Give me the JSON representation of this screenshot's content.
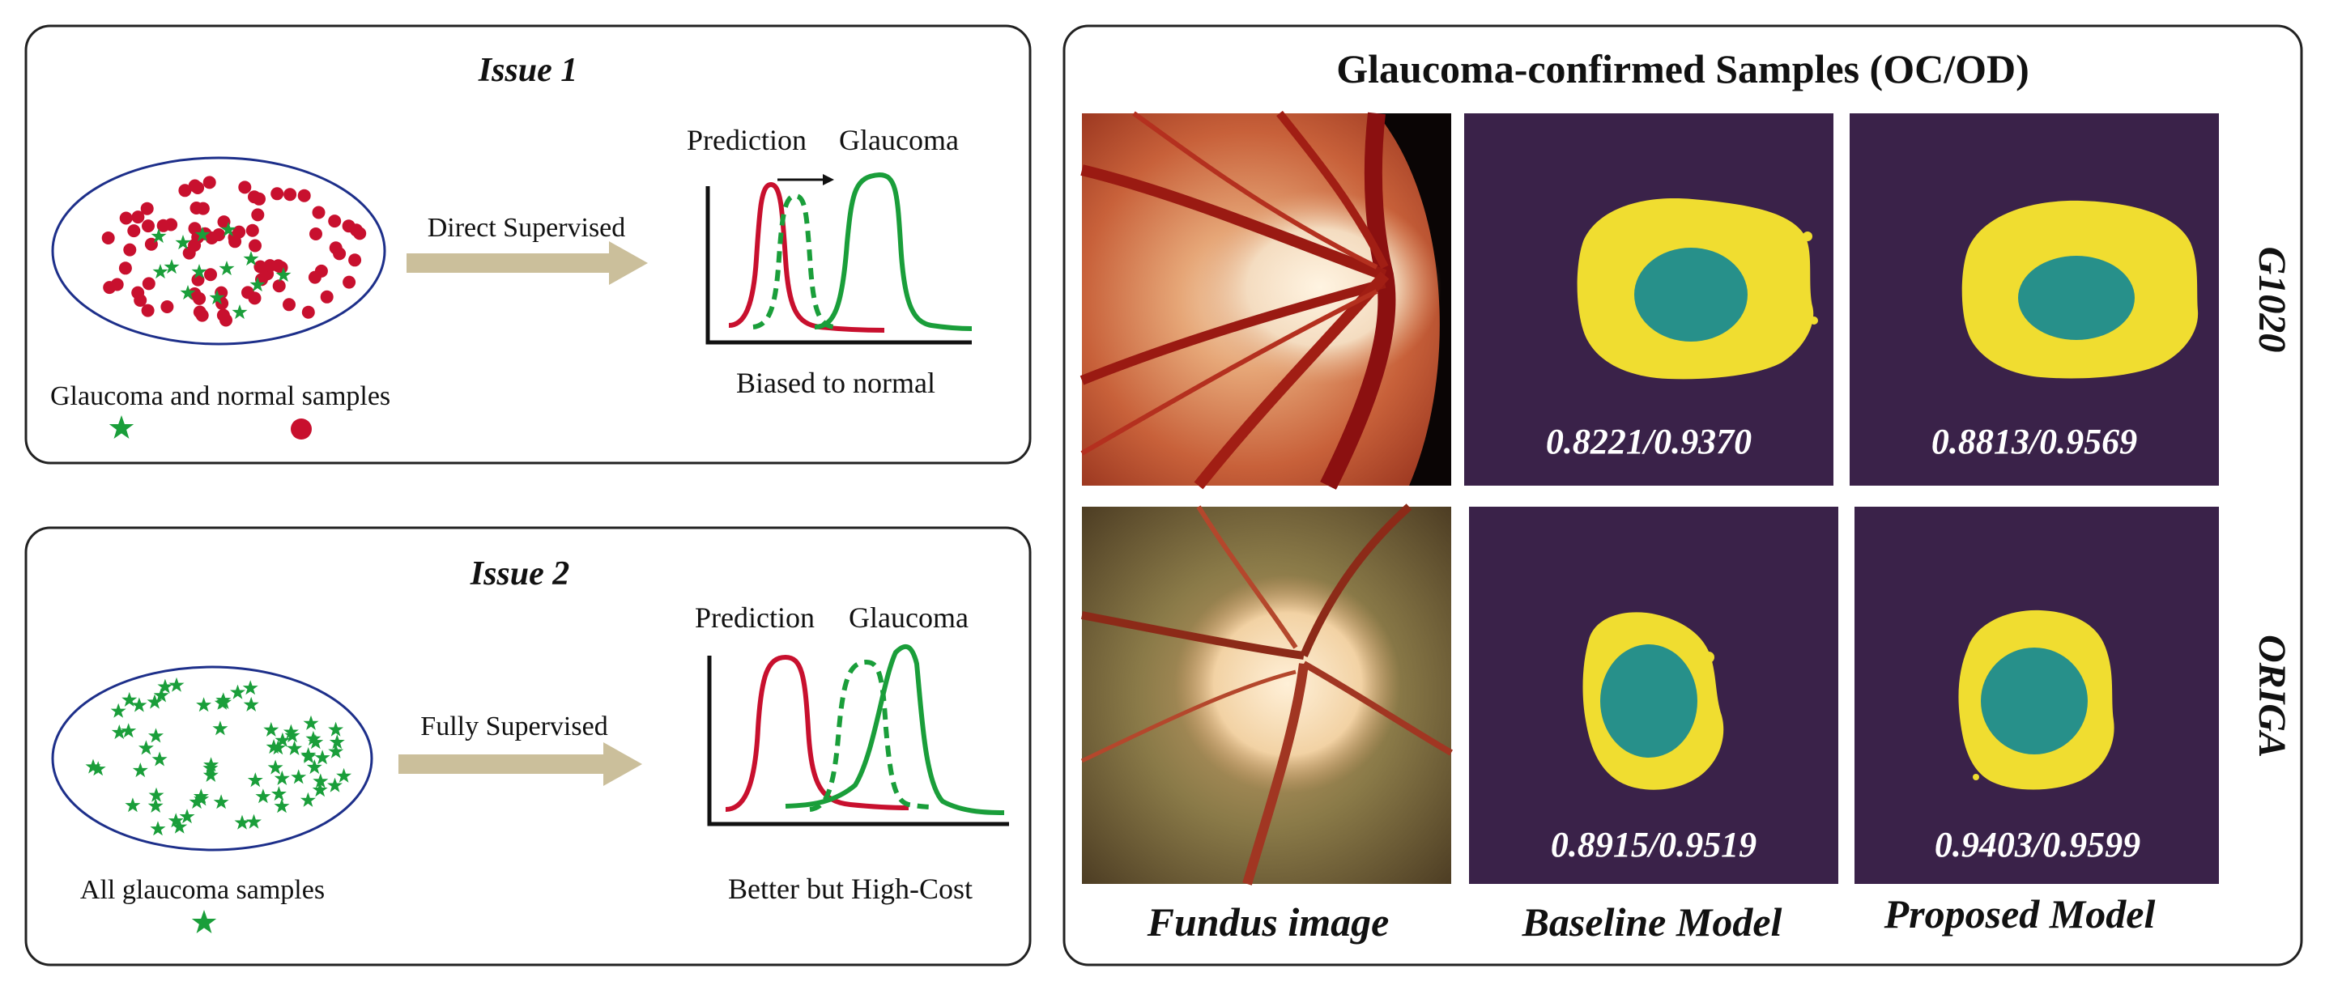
{
  "issue1": {
    "title": "Issue 1",
    "arrow_label": "Direct Supervised",
    "legend_text": "Glaucoma and normal samples",
    "curve_label_prediction": "Prediction",
    "curve_label_glaucoma": "Glaucoma",
    "caption": "Biased to normal"
  },
  "issue2": {
    "title": "Issue 2",
    "arrow_label": "Fully Supervised",
    "legend_text": "All glaucoma samples",
    "curve_label_prediction": "Prediction",
    "curve_label_glaucoma": "Glaucoma",
    "caption": "Better but High-Cost"
  },
  "right": {
    "title": "Glaucoma-confirmed Samples (OC/OD)",
    "rows": [
      {
        "dataset": "G1020",
        "baseline_score": "0.8221/0.9370",
        "proposed_score": "0.8813/0.9569"
      },
      {
        "dataset": "ORIGA",
        "baseline_score": "0.8915/0.9519",
        "proposed_score": "0.9403/0.9599"
      }
    ],
    "columns": [
      "Fundus image",
      "Baseline Model",
      "Proposed Model"
    ]
  },
  "colors": {
    "normal_dot": "#c8102e",
    "glaucoma_star": "#1a9e3a",
    "ellipse_stroke": "#1d2f8a",
    "arrow_fill": "#cbbf9b",
    "seg_background": "#3a2249",
    "optic_disc": "#f0dd30",
    "optic_cup": "#27908a"
  }
}
